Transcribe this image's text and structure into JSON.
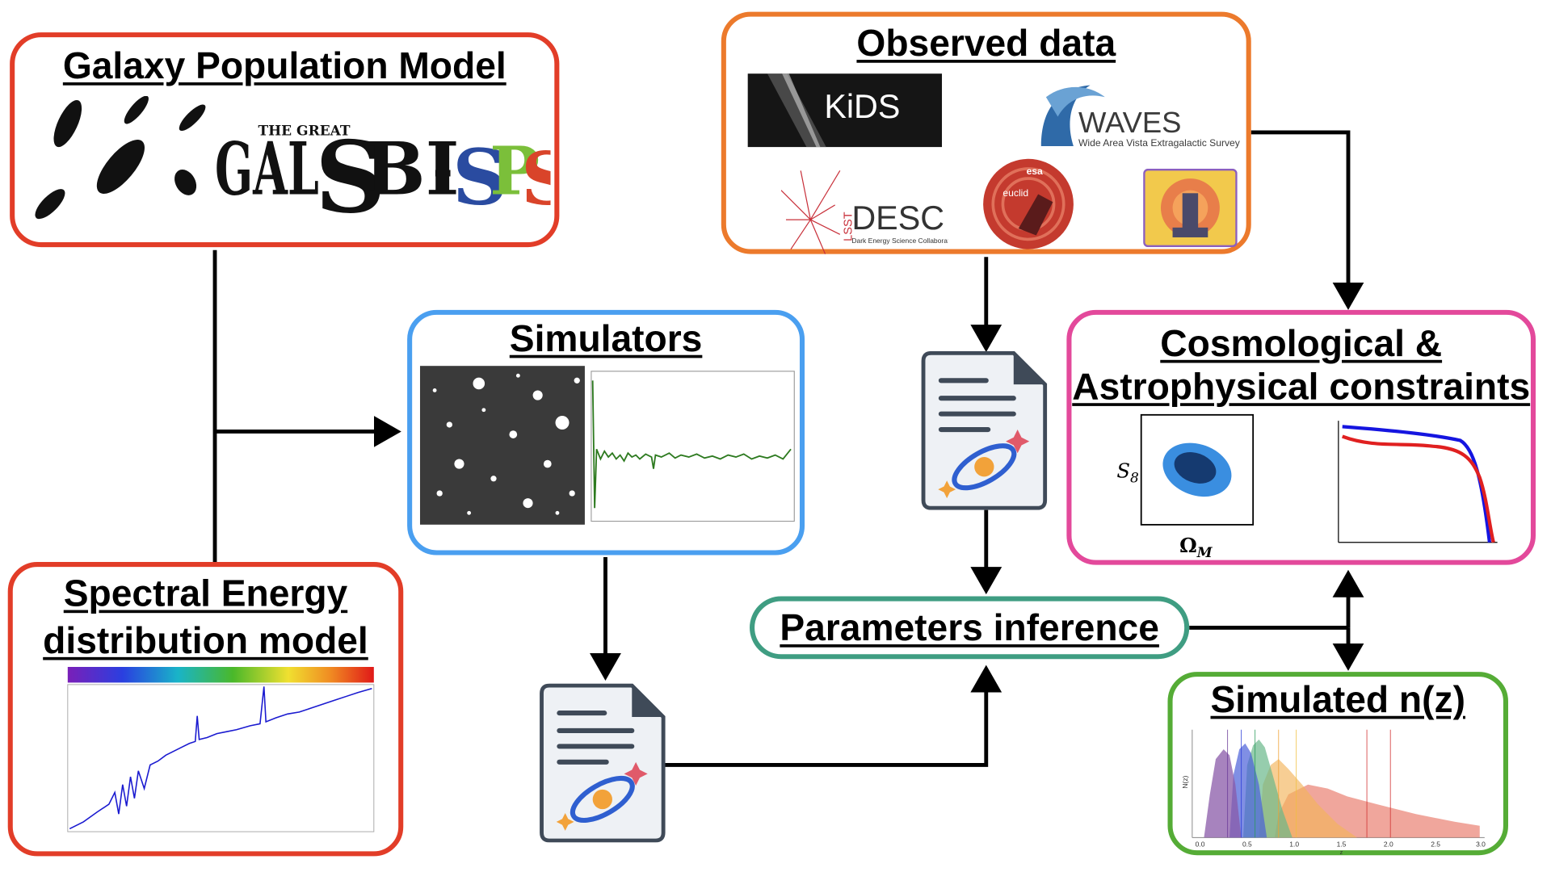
{
  "boxes": {
    "galaxy_model": {
      "title": "Galaxy Population Model",
      "color": "#e23d28"
    },
    "observed": {
      "title": "Observed data",
      "color": "#ec7a2c"
    },
    "simulators": {
      "title": "Simulators",
      "color": "#4a9ff0"
    },
    "constraints": {
      "title_line1": "Cosmological &",
      "title_line2": "Astrophysical constraints",
      "color": "#e3499b"
    },
    "sed": {
      "title_line1": "Spectral Energy",
      "title_line2": "distribution model",
      "color": "#e23d28"
    },
    "params": {
      "title": "Parameters inference",
      "color": "#3f9d82"
    },
    "nz": {
      "title": "Simulated n(z)",
      "color": "#55ac36"
    }
  },
  "logos": {
    "galsbi_prefix": "THE GREAT",
    "galsbi_main": "GAL",
    "galsbi_s": "S",
    "galsbi_bi": "BI",
    "galsbi_dash": "-",
    "galsbi_sps": [
      "S",
      "P",
      "S"
    ],
    "kids": "KiDS",
    "waves": "WAVES",
    "waves_sub": "Wide Area Vista Extragalactic Survey",
    "desc": "DESC",
    "desc_lsst": "LSST",
    "desc_sub": "Dark Energy Science Collaboration",
    "esa": "esa",
    "euclid": "euclid"
  },
  "contour": {
    "ylabel_main": "S",
    "ylabel_sub": "8",
    "xlabel_main": "Ω",
    "xlabel_sub": "M"
  },
  "nz_plot": {
    "ylabel": "N(z)",
    "xlabel": "z",
    "xticks": [
      "0.0",
      "0.5",
      "1.0",
      "1.5",
      "2.0",
      "2.5",
      "3.0"
    ]
  }
}
